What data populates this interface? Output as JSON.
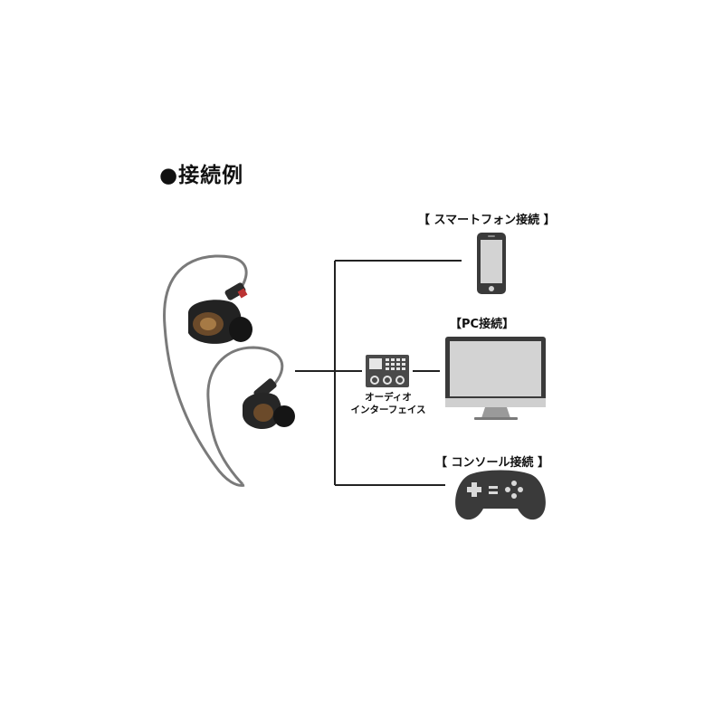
{
  "title": "●接続例",
  "labels": {
    "smartphone": "【 スマートフォン接続 】",
    "pc": "【PC接続】",
    "console": "【 コンソール接続 】",
    "interface_line1": "オーディオ",
    "interface_line2": "インターフェイス"
  },
  "colors": {
    "line": "#222222",
    "device_dark": "#3a3a3a",
    "screen": "#d3d3d3",
    "iface_body": "#4a4a4a"
  }
}
